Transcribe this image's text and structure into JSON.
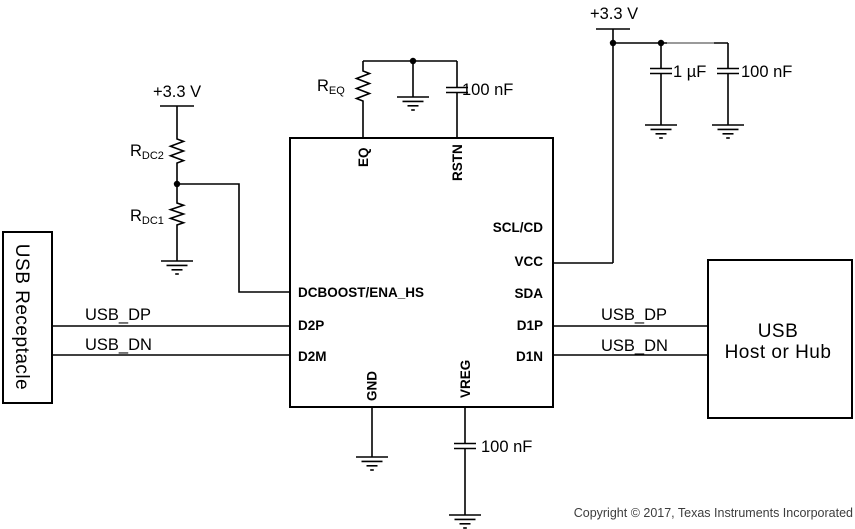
{
  "blocks": {
    "usb_receptacle": {
      "label": "USB Receptacle"
    },
    "usb_host": {
      "line1": "USB",
      "line2": "Host or Hub"
    },
    "ic": {
      "pins": {
        "eq": "EQ",
        "rstn": "RSTN",
        "scl_cd": "SCL/CD",
        "vcc": "VCC",
        "sda": "SDA",
        "d1p": "D1P",
        "d1n": "D1N",
        "dcboost_ena_hs": "DCBOOST/ENA_HS",
        "d2p": "D2P",
        "d2m": "D2M",
        "gnd": "GND",
        "vreg": "VREG"
      }
    }
  },
  "power": {
    "rail_left": "+3.3 V",
    "rail_right": "+3.3 V"
  },
  "components": {
    "r_dc2": {
      "ref": "R",
      "sub": "DC2"
    },
    "r_dc1": {
      "ref": "R",
      "sub": "DC1"
    },
    "r_eq": {
      "ref": "R",
      "sub": "EQ"
    },
    "c_rstn": {
      "value": "100 nF"
    },
    "c_bulk": {
      "value": "1 µF"
    },
    "c_bypass": {
      "value": "100 nF"
    },
    "c_vreg": {
      "value": "100 nF"
    }
  },
  "nets": {
    "usb_dp_left": "USB_DP",
    "usb_dn_left": "USB_DN",
    "usb_dp_right": "USB_DP",
    "usb_dn_right": "USB_DN"
  },
  "footer": {
    "copyright": "Copyright © 2017, Texas Instruments Incorporated"
  },
  "colors": {
    "stroke": "#000000",
    "background": "#ffffff",
    "copyright_text": "#3d3d3d",
    "grey_wire_segment": "#9a9a9a"
  }
}
